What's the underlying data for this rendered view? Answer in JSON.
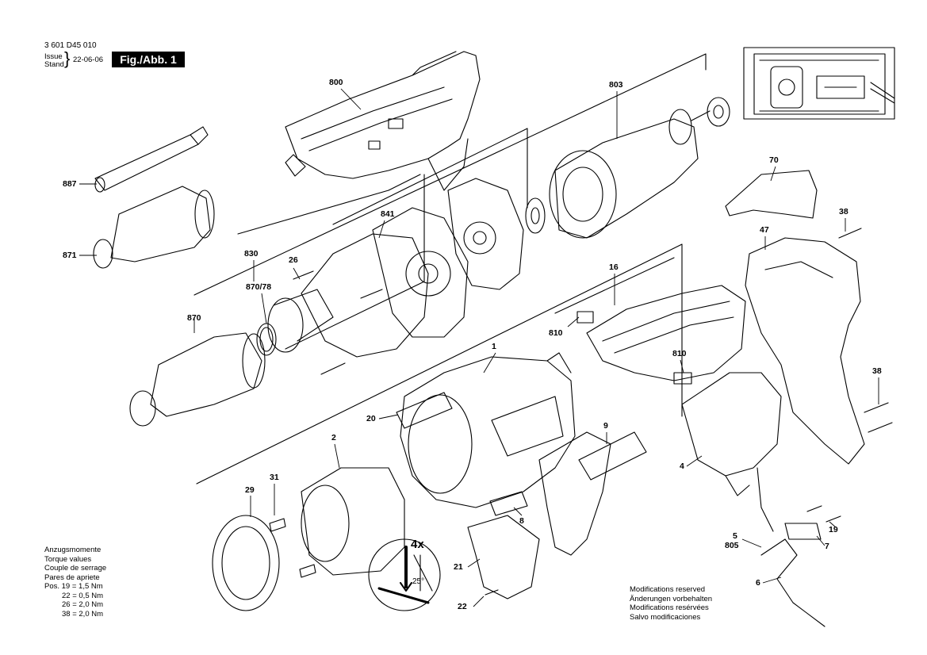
{
  "header": {
    "doc_number": "3 601 D45 010",
    "issue_label": "Issue",
    "stand_label": "Stand",
    "date": "22-06-06",
    "figure": "Fig./Abb. 1"
  },
  "callouts": [
    {
      "id": "800",
      "label": "800"
    },
    {
      "id": "803",
      "label": "803"
    },
    {
      "id": "887",
      "label": "887"
    },
    {
      "id": "871",
      "label": "871"
    },
    {
      "id": "841",
      "label": "841"
    },
    {
      "id": "830",
      "label": "830"
    },
    {
      "id": "26",
      "label": "26"
    },
    {
      "id": "870-78",
      "label": "870/78"
    },
    {
      "id": "870",
      "label": "870"
    },
    {
      "id": "70",
      "label": "70"
    },
    {
      "id": "38a",
      "label": "38"
    },
    {
      "id": "47",
      "label": "47"
    },
    {
      "id": "16",
      "label": "16"
    },
    {
      "id": "810a",
      "label": "810"
    },
    {
      "id": "810b",
      "label": "810"
    },
    {
      "id": "1",
      "label": "1"
    },
    {
      "id": "38b",
      "label": "38"
    },
    {
      "id": "20",
      "label": "20"
    },
    {
      "id": "9",
      "label": "9"
    },
    {
      "id": "2",
      "label": "2"
    },
    {
      "id": "4",
      "label": "4"
    },
    {
      "id": "31",
      "label": "31"
    },
    {
      "id": "29",
      "label": "29"
    },
    {
      "id": "8",
      "label": "8"
    },
    {
      "id": "5",
      "label": "5"
    },
    {
      "id": "805",
      "label": "805"
    },
    {
      "id": "19",
      "label": "19"
    },
    {
      "id": "7",
      "label": "7"
    },
    {
      "id": "21",
      "label": "21"
    },
    {
      "id": "22",
      "label": "22"
    },
    {
      "id": "6",
      "label": "6"
    }
  ],
  "detail": {
    "multiplier": "4x",
    "angle": "25°"
  },
  "torque": {
    "lines": [
      "Anzugsmomente",
      "Torque values",
      "Couple de serrage",
      "Pares de apriete"
    ],
    "values": [
      "Pos. 19 = 1,5 Nm",
      "22 = 0,5 Nm",
      "26 = 2,0 Nm",
      "38 = 2,0 Nm"
    ]
  },
  "notice": {
    "lines": [
      "Modifications reserved",
      "Änderungen vorbehalten",
      "Modifications resérvées",
      "Salvo modificaciones"
    ]
  }
}
